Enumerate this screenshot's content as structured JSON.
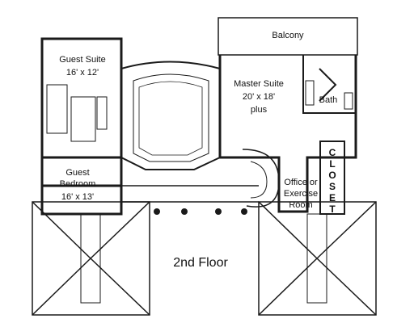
{
  "rooms": {
    "balcony": "Balcony",
    "guest_suite": {
      "name": "Guest Suite",
      "size": "16' x 12'"
    },
    "master_suite": {
      "name": "Master Suite",
      "size": "20' x 18'",
      "note": "plus"
    },
    "bath": "Bath",
    "guest_bedroom": {
      "name": "Guest",
      "name2": "Bedroom",
      "size": "16' x 13'"
    },
    "office": {
      "line1": "Office or",
      "line2": "Exercise",
      "line3": "Room"
    },
    "closet": [
      "C",
      "L",
      "O",
      "S",
      "E",
      "T"
    ]
  },
  "floor_label": "2nd Floor",
  "colors": {
    "line": "#1a1a1a",
    "background": "#ffffff"
  }
}
